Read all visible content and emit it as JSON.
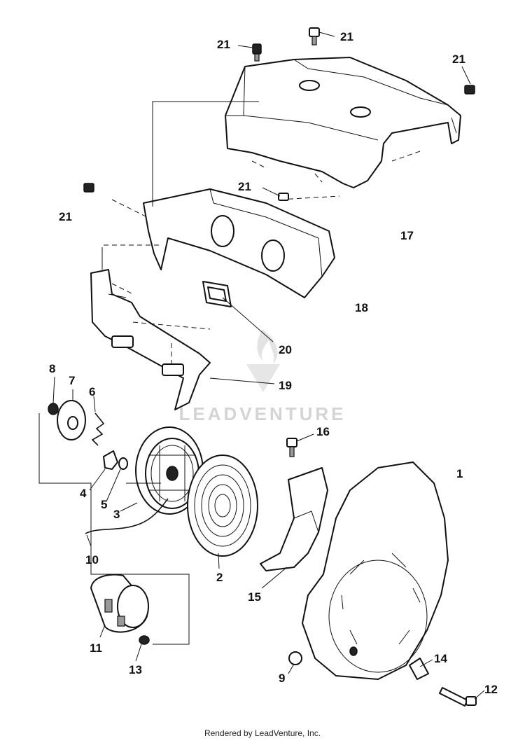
{
  "callouts": {
    "c1": "1",
    "c2": "2",
    "c3": "3",
    "c4": "4",
    "c5": "5",
    "c6": "6",
    "c7": "7",
    "c8": "8",
    "c9": "9",
    "c10": "10",
    "c11": "11",
    "c12": "12",
    "c13": "13",
    "c14": "14",
    "c15": "15",
    "c16": "16",
    "c17": "17",
    "c18": "18",
    "c19": "19",
    "c20": "20",
    "c21": "21"
  },
  "watermark": "LEADVENTURE",
  "footer": "Rendered by LeadVenture, Inc.",
  "colors": {
    "line": "#111111",
    "watermark": "#d4d4d4",
    "background": "#ffffff"
  }
}
